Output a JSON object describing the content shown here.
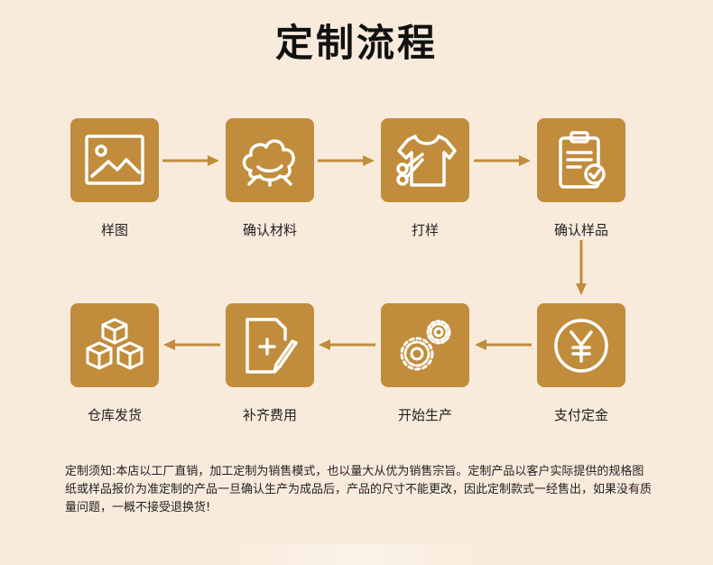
{
  "title": "定制流程",
  "steps": [
    {
      "label": "样图",
      "icon": "image-icon"
    },
    {
      "label": "确认材料",
      "icon": "cotton-icon"
    },
    {
      "label": "打样",
      "icon": "tshirt-scissors-icon"
    },
    {
      "label": "确认样品",
      "icon": "clipboard-check-icon"
    },
    {
      "label": "支付定金",
      "icon": "yen-coin-icon"
    },
    {
      "label": "开始生产",
      "icon": "gears-icon"
    },
    {
      "label": "补齐费用",
      "icon": "document-plus-pen-icon"
    },
    {
      "label": "仓库发货",
      "icon": "boxes-icon"
    }
  ],
  "notice": "定制须知:本店以工厂直销，加工定制为销售模式，也以量大从优为销售宗旨。定制产品以客户实际提供的规格图纸或样品报价为准定制的产品一旦确认生产为成品后，产品的尺寸不能更改，因此定制款式一经售出，如果没有质量问题，一概不接受退换货!",
  "colors": {
    "background": "#f9ebdc",
    "accent": "#c18c3b",
    "icon_stroke": "#ffffff"
  }
}
